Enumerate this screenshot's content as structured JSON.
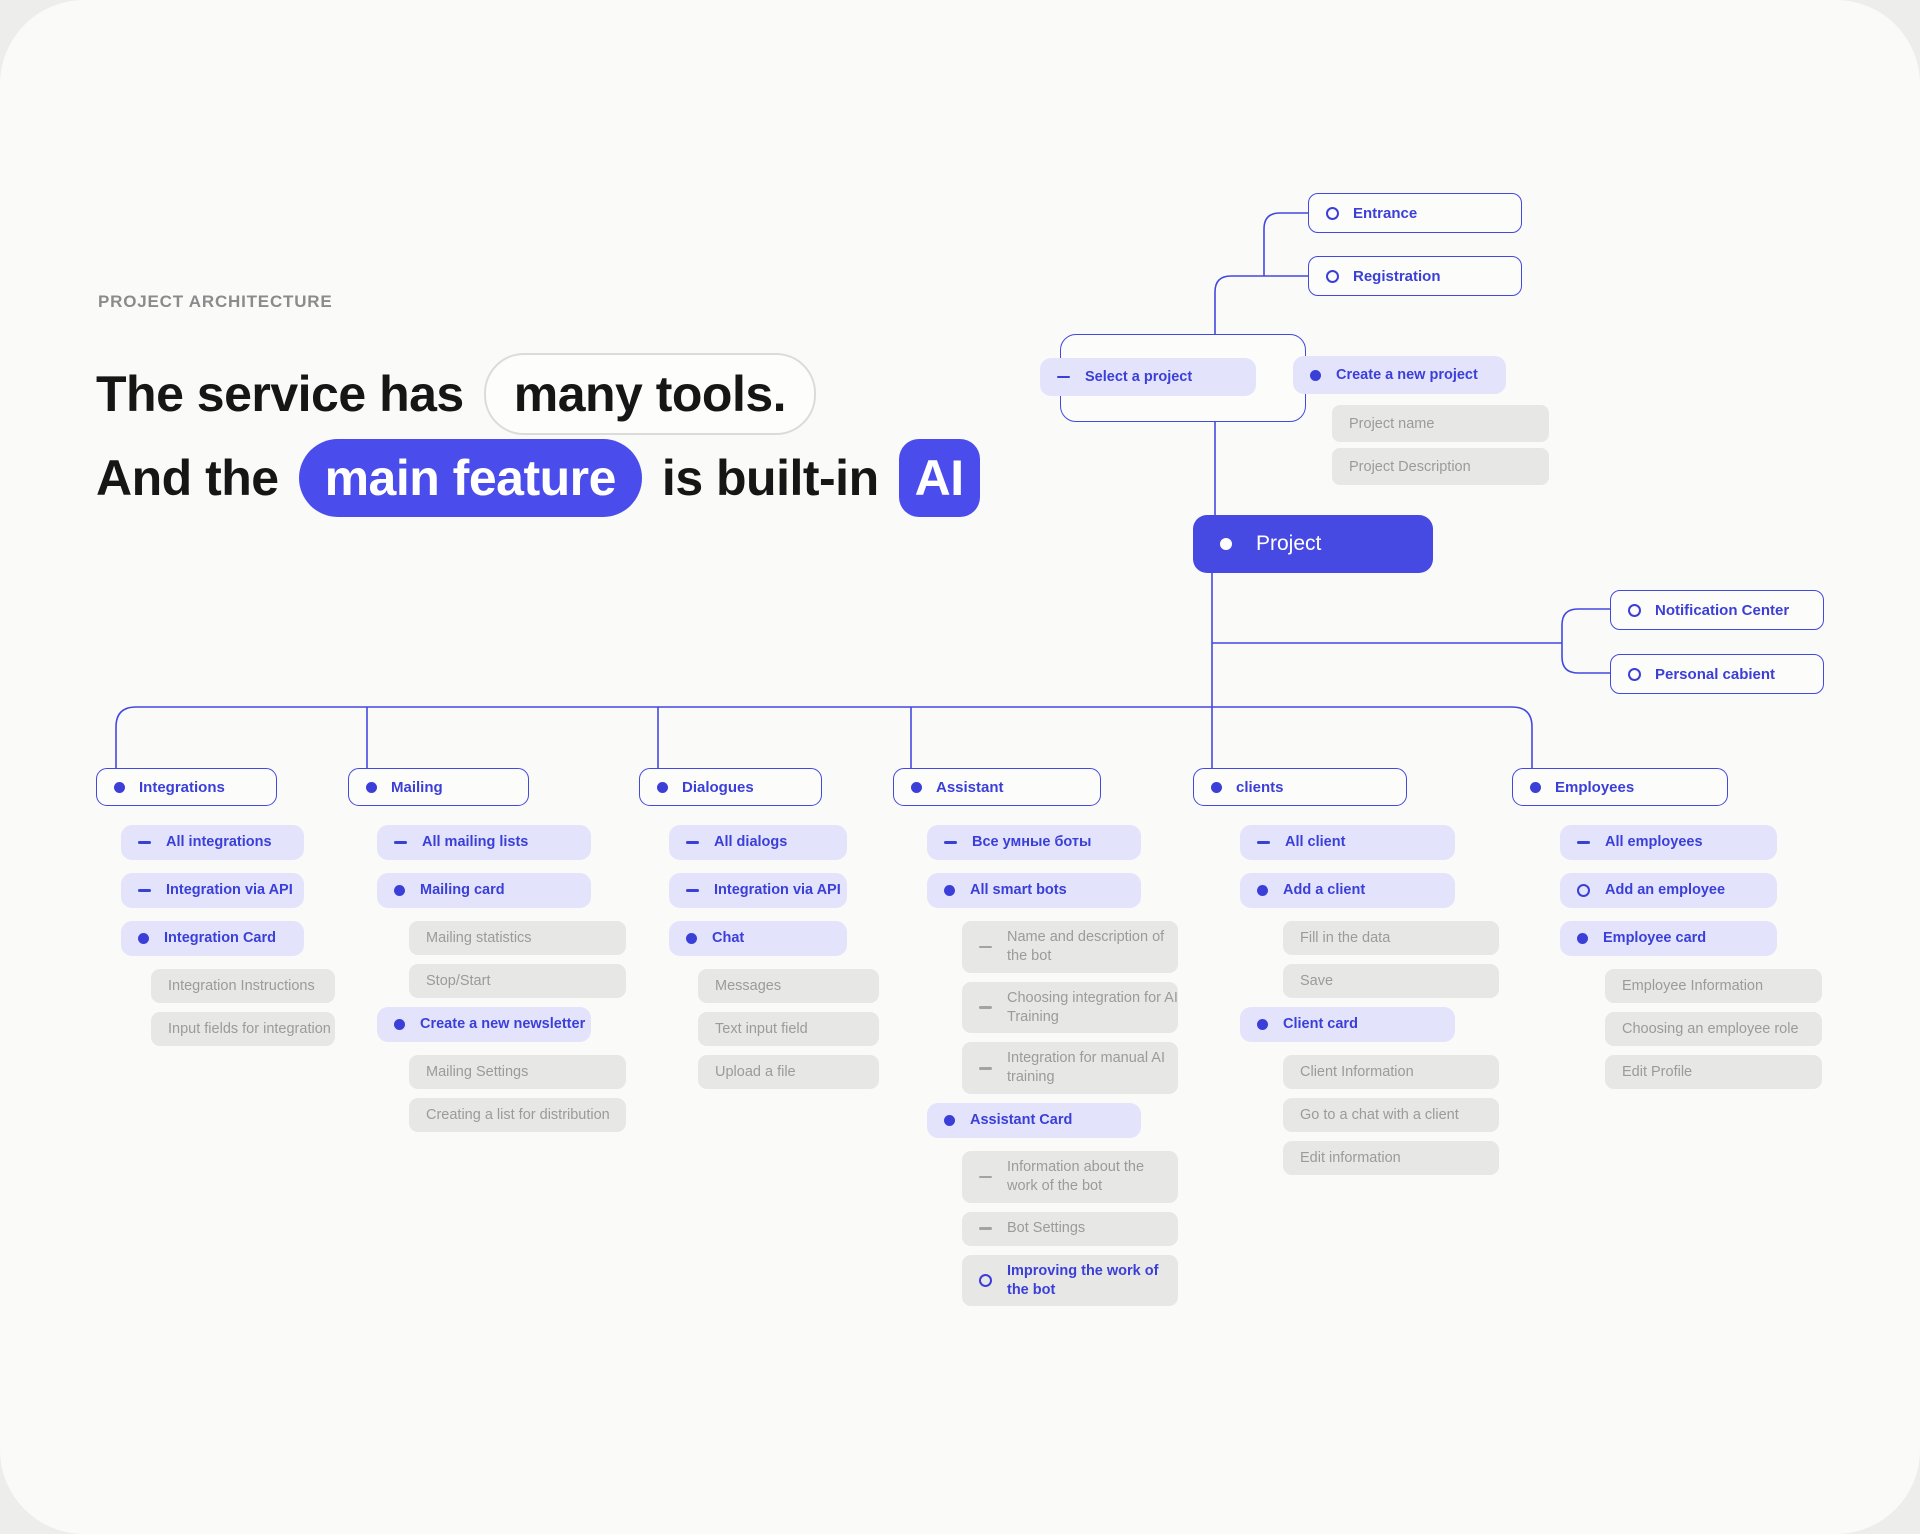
{
  "header": {
    "kicker": "PROJECT ARCHITECTURE"
  },
  "headline": {
    "line1_prefix": "The service has",
    "line1_highlight": "many tools.",
    "line2_prefix": "And the",
    "line2_highlight": "main feature",
    "line2_middle": "is built-in",
    "line2_badge": "AI"
  },
  "colors": {
    "accent": "#4649E2",
    "accent_bright": "#4A4DEC",
    "lavender": "#E3E4FB",
    "blue_text": "#3B3FD8",
    "line": "#4348E0",
    "gray_pill": "#E7E7E6",
    "gray_text": "#9B9B9B",
    "canvas": "#FAFAF9",
    "backdrop": "#EDEDEB"
  },
  "tree": {
    "entrance": "Entrance",
    "registration": "Registration",
    "select_project": "Select a project",
    "create_project": "Create a new project",
    "project_name_placeholder": "Project name",
    "project_description_placeholder": "Project Description",
    "project": "Project",
    "notification_center": "Notification Center",
    "personal_cabinet": "Personal cabient",
    "columns": [
      {
        "header": "Integrations",
        "items": [
          {
            "label": "All integrations",
            "type": "dash"
          },
          {
            "label": "Integration via API",
            "type": "dash"
          },
          {
            "label": "Integration Card",
            "type": "dot"
          },
          {
            "label": "Integration Instructions",
            "type": "gray"
          },
          {
            "label": "Input fields for integration",
            "type": "gray"
          }
        ]
      },
      {
        "header": "Mailing",
        "items": [
          {
            "label": "All mailing lists",
            "type": "dash"
          },
          {
            "label": "Mailing card",
            "type": "dot"
          },
          {
            "label": "Mailing statistics",
            "type": "gray"
          },
          {
            "label": "Stop/Start",
            "type": "gray"
          },
          {
            "label": "Create a new newsletter",
            "type": "dot"
          },
          {
            "label": "Mailing Settings",
            "type": "gray"
          },
          {
            "label": "Creating a list for distribution",
            "type": "gray"
          }
        ]
      },
      {
        "header": "Dialogues",
        "items": [
          {
            "label": "All dialogs",
            "type": "dash"
          },
          {
            "label": "Integration via API",
            "type": "dash"
          },
          {
            "label": "Chat",
            "type": "dot"
          },
          {
            "label": "Messages",
            "type": "gray"
          },
          {
            "label": "Text input field",
            "type": "gray"
          },
          {
            "label": "Upload a file",
            "type": "gray"
          }
        ]
      },
      {
        "header": "Assistant",
        "items": [
          {
            "label": "Все умные боты",
            "type": "dash"
          },
          {
            "label": "All smart bots",
            "type": "dot"
          },
          {
            "label": "Name and description of the bot",
            "type": "gray-dash"
          },
          {
            "label": "Choosing integration for AI Training",
            "type": "gray-dash"
          },
          {
            "label": "Integration for manual AI training",
            "type": "gray-dash"
          },
          {
            "label": "Assistant Card",
            "type": "dot"
          },
          {
            "label": "Information about the work of the bot",
            "type": "gray-dash"
          },
          {
            "label": "Bot Settings",
            "type": "gray-dash"
          },
          {
            "label": "Improving the work of the bot",
            "type": "gray-ring"
          }
        ]
      },
      {
        "header": "clients",
        "items": [
          {
            "label": "All client",
            "type": "dash"
          },
          {
            "label": "Add a client",
            "type": "dot"
          },
          {
            "label": "Fill in the data",
            "type": "gray"
          },
          {
            "label": "Save",
            "type": "gray"
          },
          {
            "label": "Client card",
            "type": "dot"
          },
          {
            "label": "Client Information",
            "type": "gray"
          },
          {
            "label": "Go to a chat with a client",
            "type": "gray"
          },
          {
            "label": "Edit information",
            "type": "gray"
          }
        ]
      },
      {
        "header": "Employees",
        "items": [
          {
            "label": "All employees",
            "type": "dash"
          },
          {
            "label": "Add an employee",
            "type": "ring"
          },
          {
            "label": "Employee card",
            "type": "dot"
          },
          {
            "label": "Employee Information",
            "type": "gray"
          },
          {
            "label": "Choosing an employee role",
            "type": "gray"
          },
          {
            "label": "Edit Profile",
            "type": "gray"
          }
        ]
      }
    ]
  }
}
